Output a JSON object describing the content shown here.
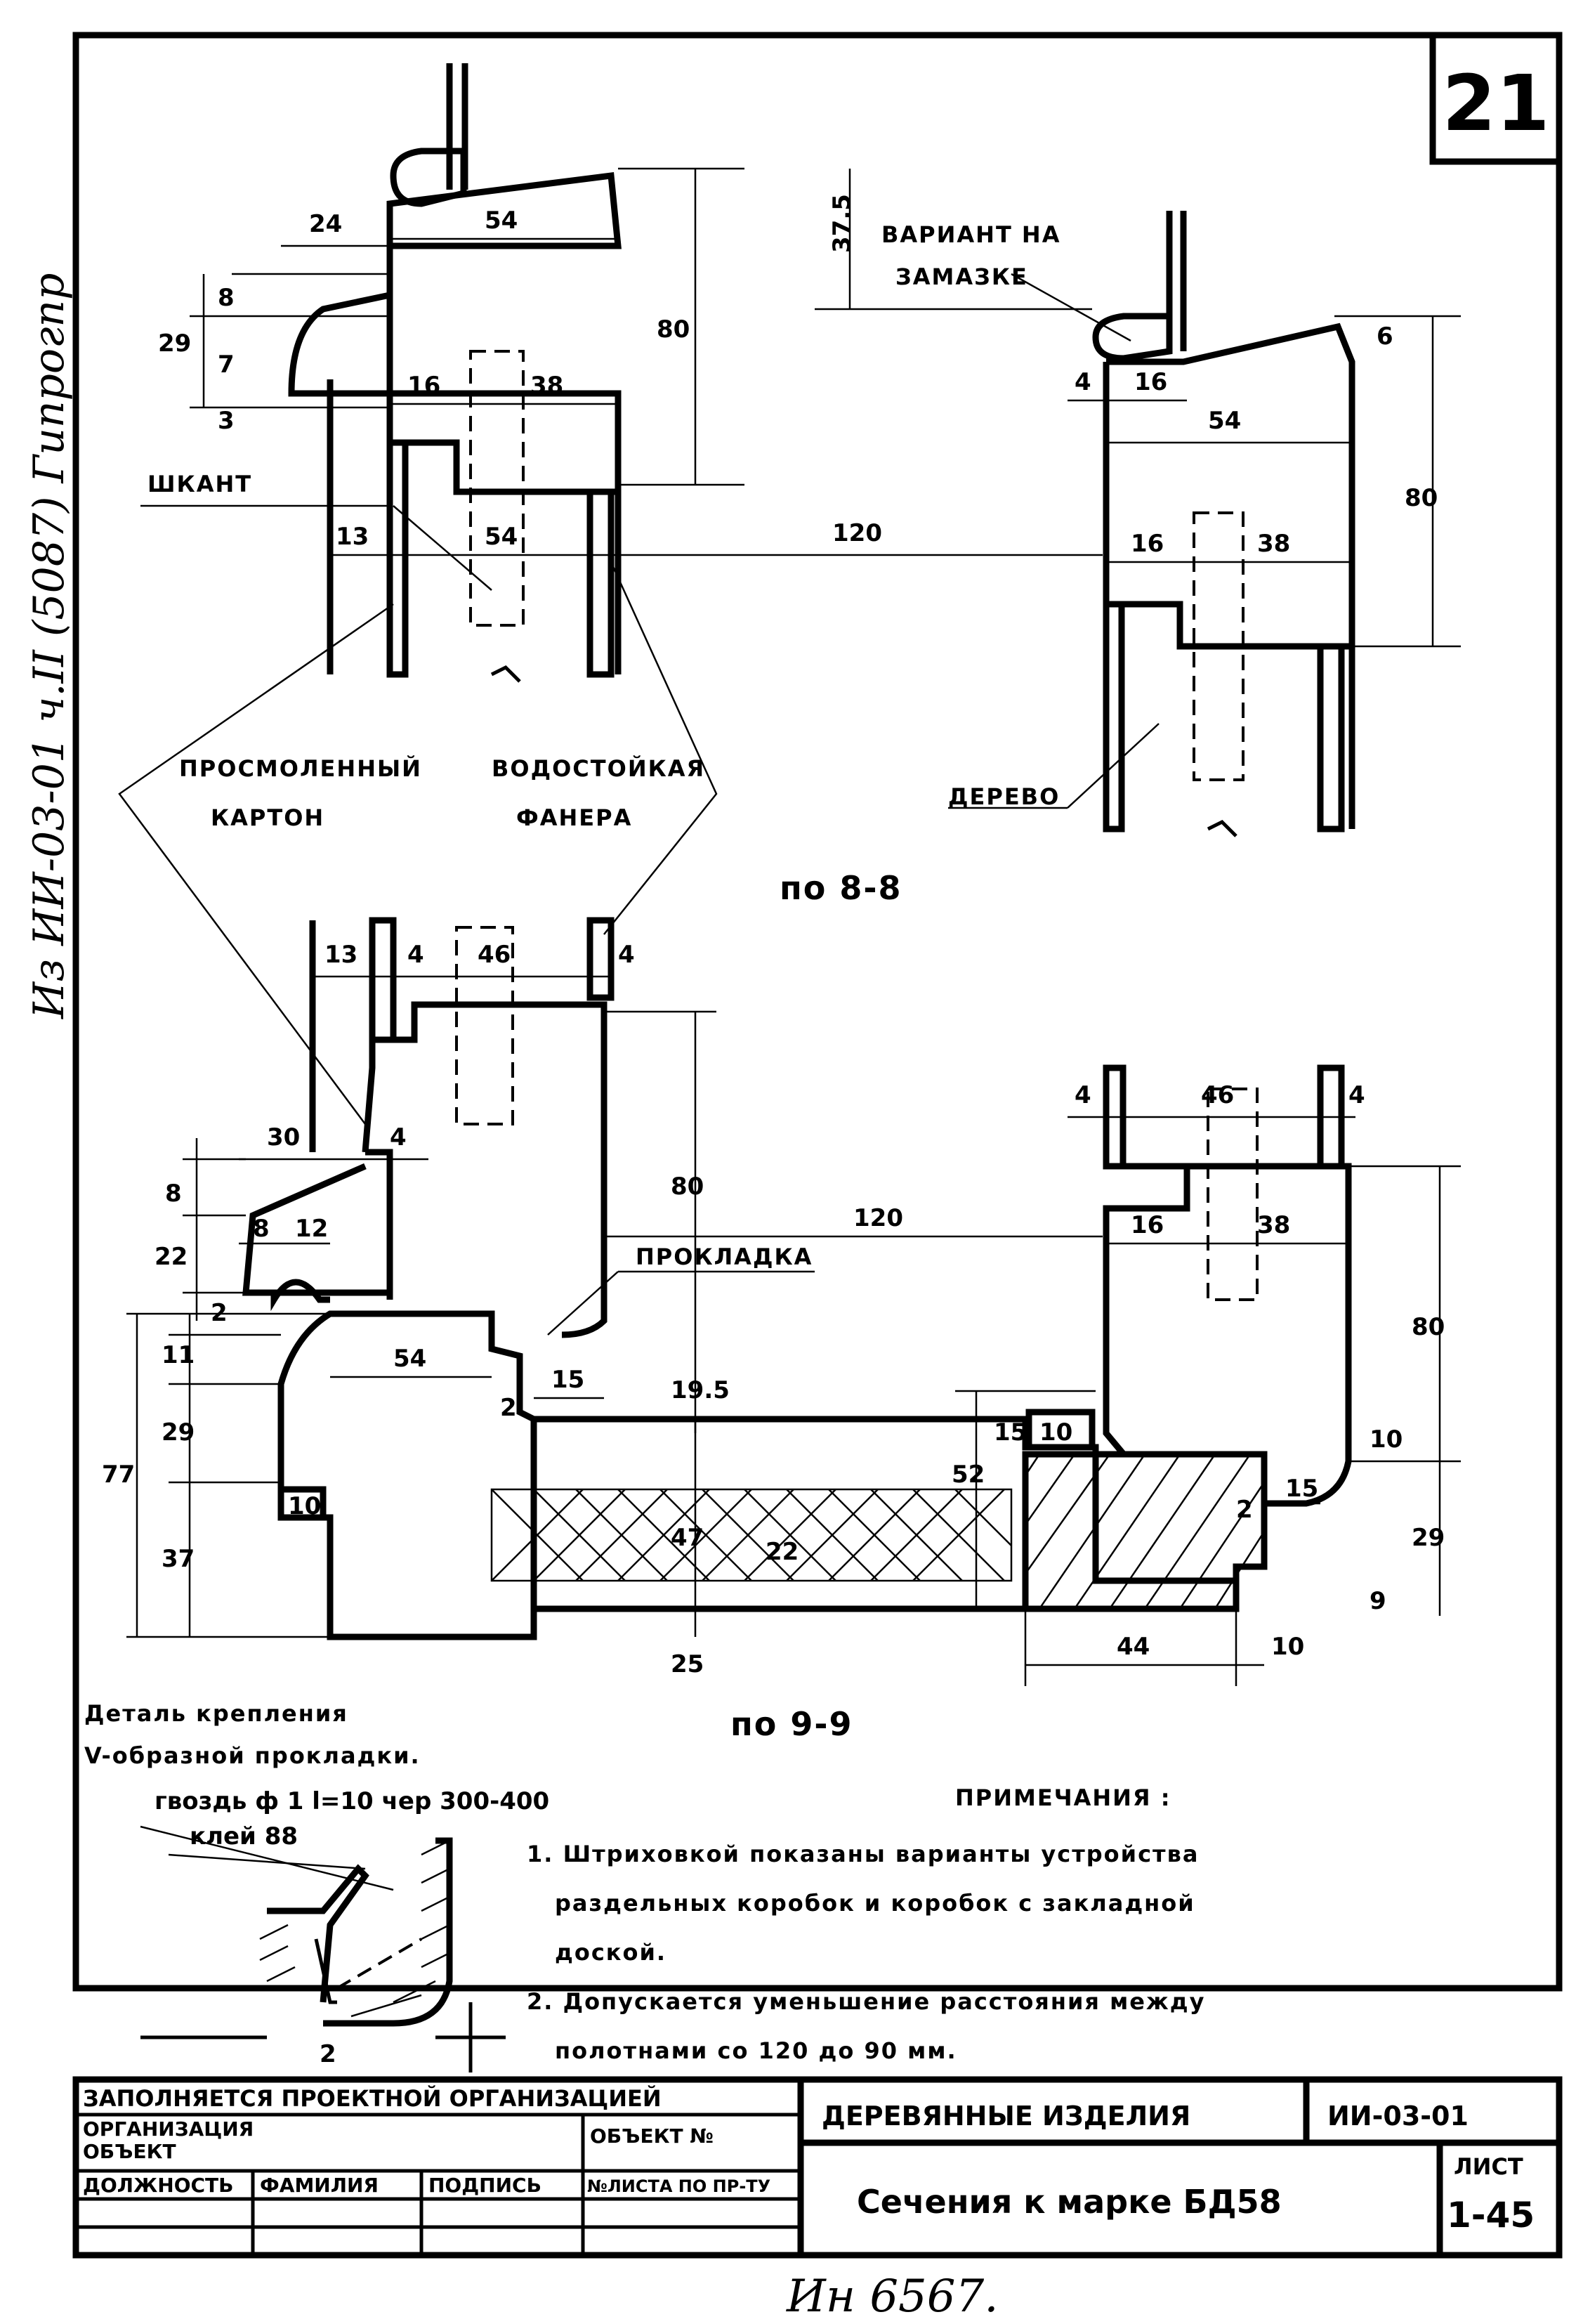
{
  "sheet_number": "21",
  "side_note": "Из ИИ-03-01 ч.II (5087) Гипрогпр",
  "bottom_note": "Ин 6567.",
  "labels": {
    "variant_putty_line1": "ВАРИАНТ НА",
    "variant_putty_line2": "ЗАМАЗКЕ",
    "shkant": "ШКАНТ",
    "tarred_line1": "ПРОСМОЛЕННЫЙ",
    "tarred_line2": "КАРТОН",
    "waterproof_line1": "ВОДОСТОЙКАЯ",
    "waterproof_line2": "ФАНЕРА",
    "wood": "ДЕРЕВО",
    "section_8": "по 8-8",
    "section_9": "по 9-9",
    "gasket": "ПРОКЛАДКА"
  },
  "dims": {
    "d24": "24",
    "d54": "54",
    "d8": "8",
    "d29": "29",
    "d7": "7",
    "d3": "3",
    "d16": "16",
    "d38": "38",
    "d80": "80",
    "d13": "13",
    "d375": "37.5",
    "d4": "4",
    "d6": "6",
    "d120": "120",
    "d46": "46",
    "d30": "30",
    "d22": "22",
    "d12": "12",
    "d11": "11",
    "d2": "2",
    "d10": "10",
    "d15": "15",
    "d195": "19.5",
    "d37": "37",
    "d77": "77",
    "d52": "52",
    "d47": "47",
    "d25": "25",
    "d44": "44",
    "d9": "9"
  },
  "detail": {
    "title_line1": "Деталь крепления",
    "title_line2": "V-образной прокладки.",
    "nail": "гвоздь ф 1 l=10 чер 300-400",
    "glue": "клей 88",
    "dim2": "2"
  },
  "notes": {
    "heading": "ПРИМЕЧАНИЯ :",
    "n1_line1": "1. Штриховкой показаны   варианты устройства",
    "n1_line2": "раздельных   коробок  и коробок с закладной",
    "n1_line3": "доской.",
    "n2_line1": "2. Допускается уменьшение  расстояния  между",
    "n2_line2": "полотнами  со  120  до  90 мм."
  },
  "title_block": {
    "filled_by": "ЗАПОЛНЯЕТСЯ ПРОЕКТНОЙ   ОРГАНИЗАЦИЕЙ",
    "organization": "ОРГАНИЗАЦИЯ",
    "object": "ОБЪЕКТ",
    "object_no": "ОБЪЕКТ №",
    "position": "ДОЛЖНОСТЬ",
    "surname": "ФАМИЛИЯ",
    "signature": "ПОДПИСЬ",
    "sheet_of_project": "№ЛИСТА ПО ПР-ТУ",
    "product": "ДЕРЕВЯННЫЕ   ИЗДЕЛИЯ",
    "code": "ИИ-03-01",
    "sheet_label": "ЛИСТ",
    "sheet_value": "1-45",
    "title": "Сечения  к  марке   БД58"
  }
}
